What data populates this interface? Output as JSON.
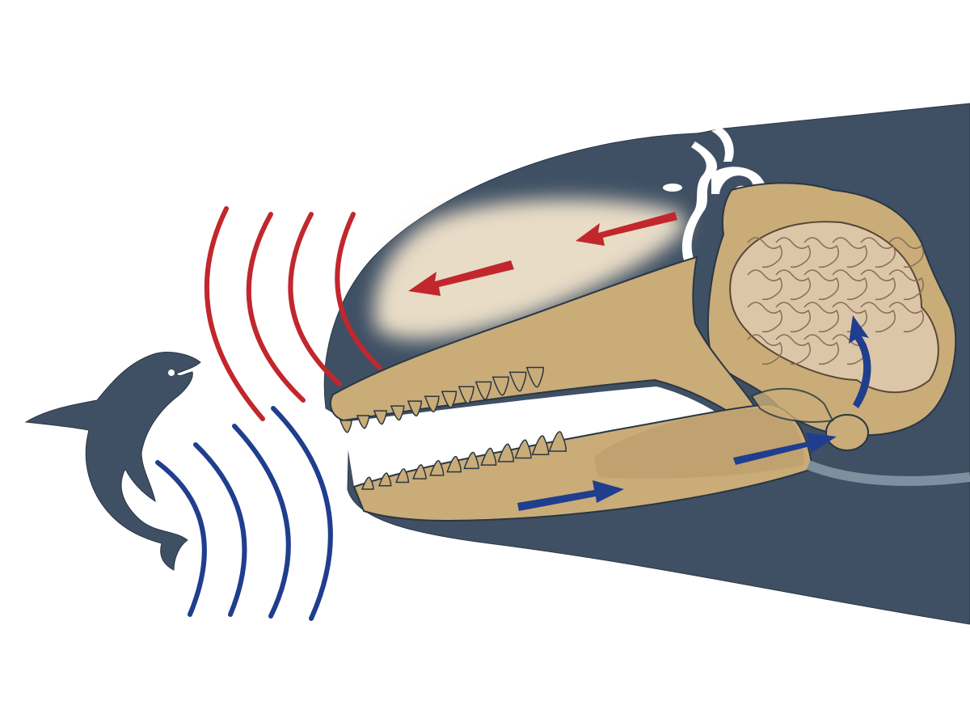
{
  "diagram": {
    "subject": "echolocation",
    "colors": {
      "background": "#ffffff",
      "body": "#3f5064",
      "outline": "#2a3644",
      "bone": "#c9ac78",
      "bone_shadow": "#b8996a",
      "melon": "#e8dcc6",
      "brain": "#dcc6a8",
      "brain_lines": "#8a6f55",
      "outgoing_sound": "#c1272d",
      "returning_sound": "#1f3e8e",
      "ear_band": "#7f8fa0"
    },
    "icons": [
      "fish-silhouette",
      "outgoing-sound-waves",
      "returning-sound-waves",
      "red-arrow",
      "blue-arrow"
    ]
  }
}
